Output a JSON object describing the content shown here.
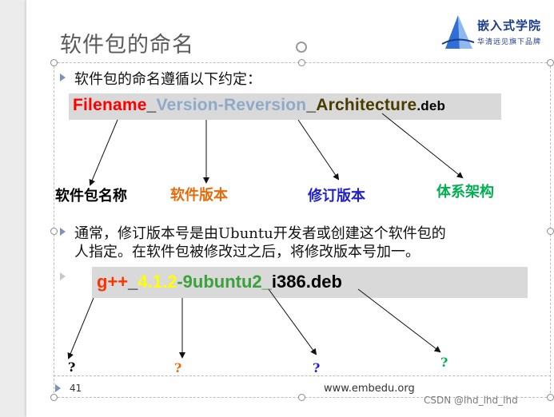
{
  "slide": {
    "title": "软件包的命名",
    "logo": {
      "main": "嵌入式学院",
      "sub": "华清远见旗下品牌"
    },
    "bullet1": "软件包的命名遵循以下约定：",
    "format1": {
      "filename": "Filename",
      "sep1": "_",
      "version": "Version-Reversion",
      "sep2": "_",
      "arch": "Architecture",
      "ext": ".deb"
    },
    "labels1": {
      "name": "软件包名称",
      "version": "软件版本",
      "revision": "修订版本",
      "arch": "体系架构"
    },
    "bullet2_line1": "通常，修订版本号是由Ubuntu开发者或创建这个软件包的",
    "bullet2_line2": "人指定。在软件包被修改过之后，将修改版本号加一。",
    "format2": {
      "name": "g++",
      "sep1": "_",
      "version": "4.1.2",
      "revision": "-9ubuntu2",
      "sep2": "_",
      "arch": "i386",
      "ext": ".deb"
    },
    "questions": {
      "q1": "?",
      "q2": "?",
      "q3": "?",
      "q4": "?"
    },
    "footer": {
      "page": "41",
      "url": "www.embedu.org"
    }
  },
  "watermark": "CSDN @lhd_lhd_lhd",
  "colors": {
    "filename": "#ff0000",
    "version": "#8eaac8",
    "arch": "#4a3c00",
    "label_version": "#e46c0a",
    "label_revision": "#1f1fd0",
    "label_arch": "#00b050",
    "g_name": "#ff3300",
    "g_version": "#ffff00",
    "g_revision": "#3ca03c",
    "q_revision": "#1f1fd0",
    "q_arch": "#00b050",
    "q_version": "#e46c0a"
  }
}
